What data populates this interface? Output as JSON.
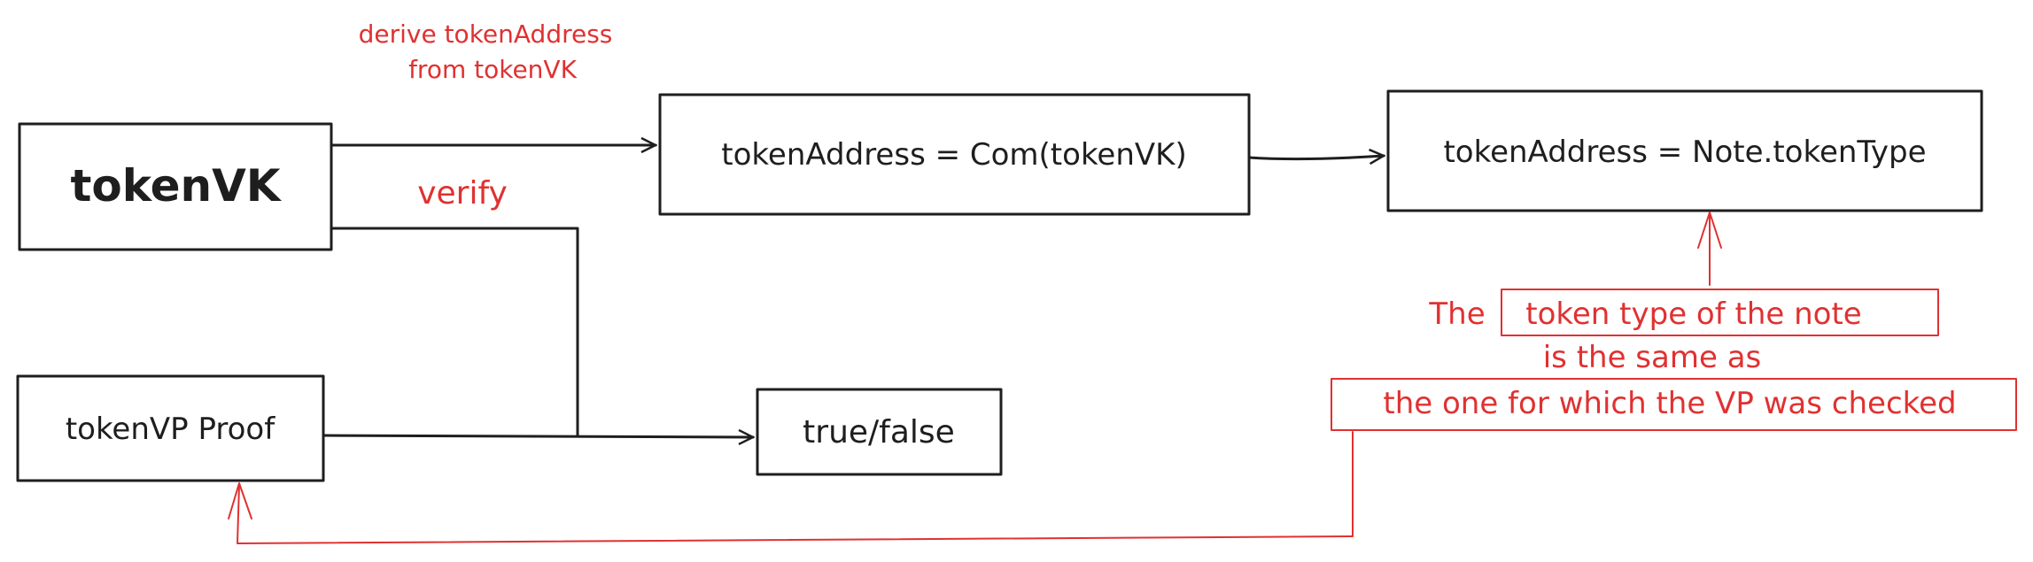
{
  "nodes": {
    "token_vk": "tokenVK",
    "token_address_com": "tokenAddress = Com(tokenVK)",
    "token_address_note": "tokenAddress = Note.tokenType",
    "token_vp_proof": "tokenVP Proof",
    "true_false": "true/false"
  },
  "annotations": {
    "derive_line1": "derive tokenAddress",
    "derive_line2": "from tokenVK",
    "verify": "verify",
    "explain_the": "The",
    "explain_highlight1": "token type of the note",
    "explain_line2": "is the same as",
    "explain_highlight2": "the one for which the VP was checked"
  },
  "colors": {
    "ink": "#1e1e1e",
    "annotation": "#e03131",
    "background": "#ffffff"
  }
}
